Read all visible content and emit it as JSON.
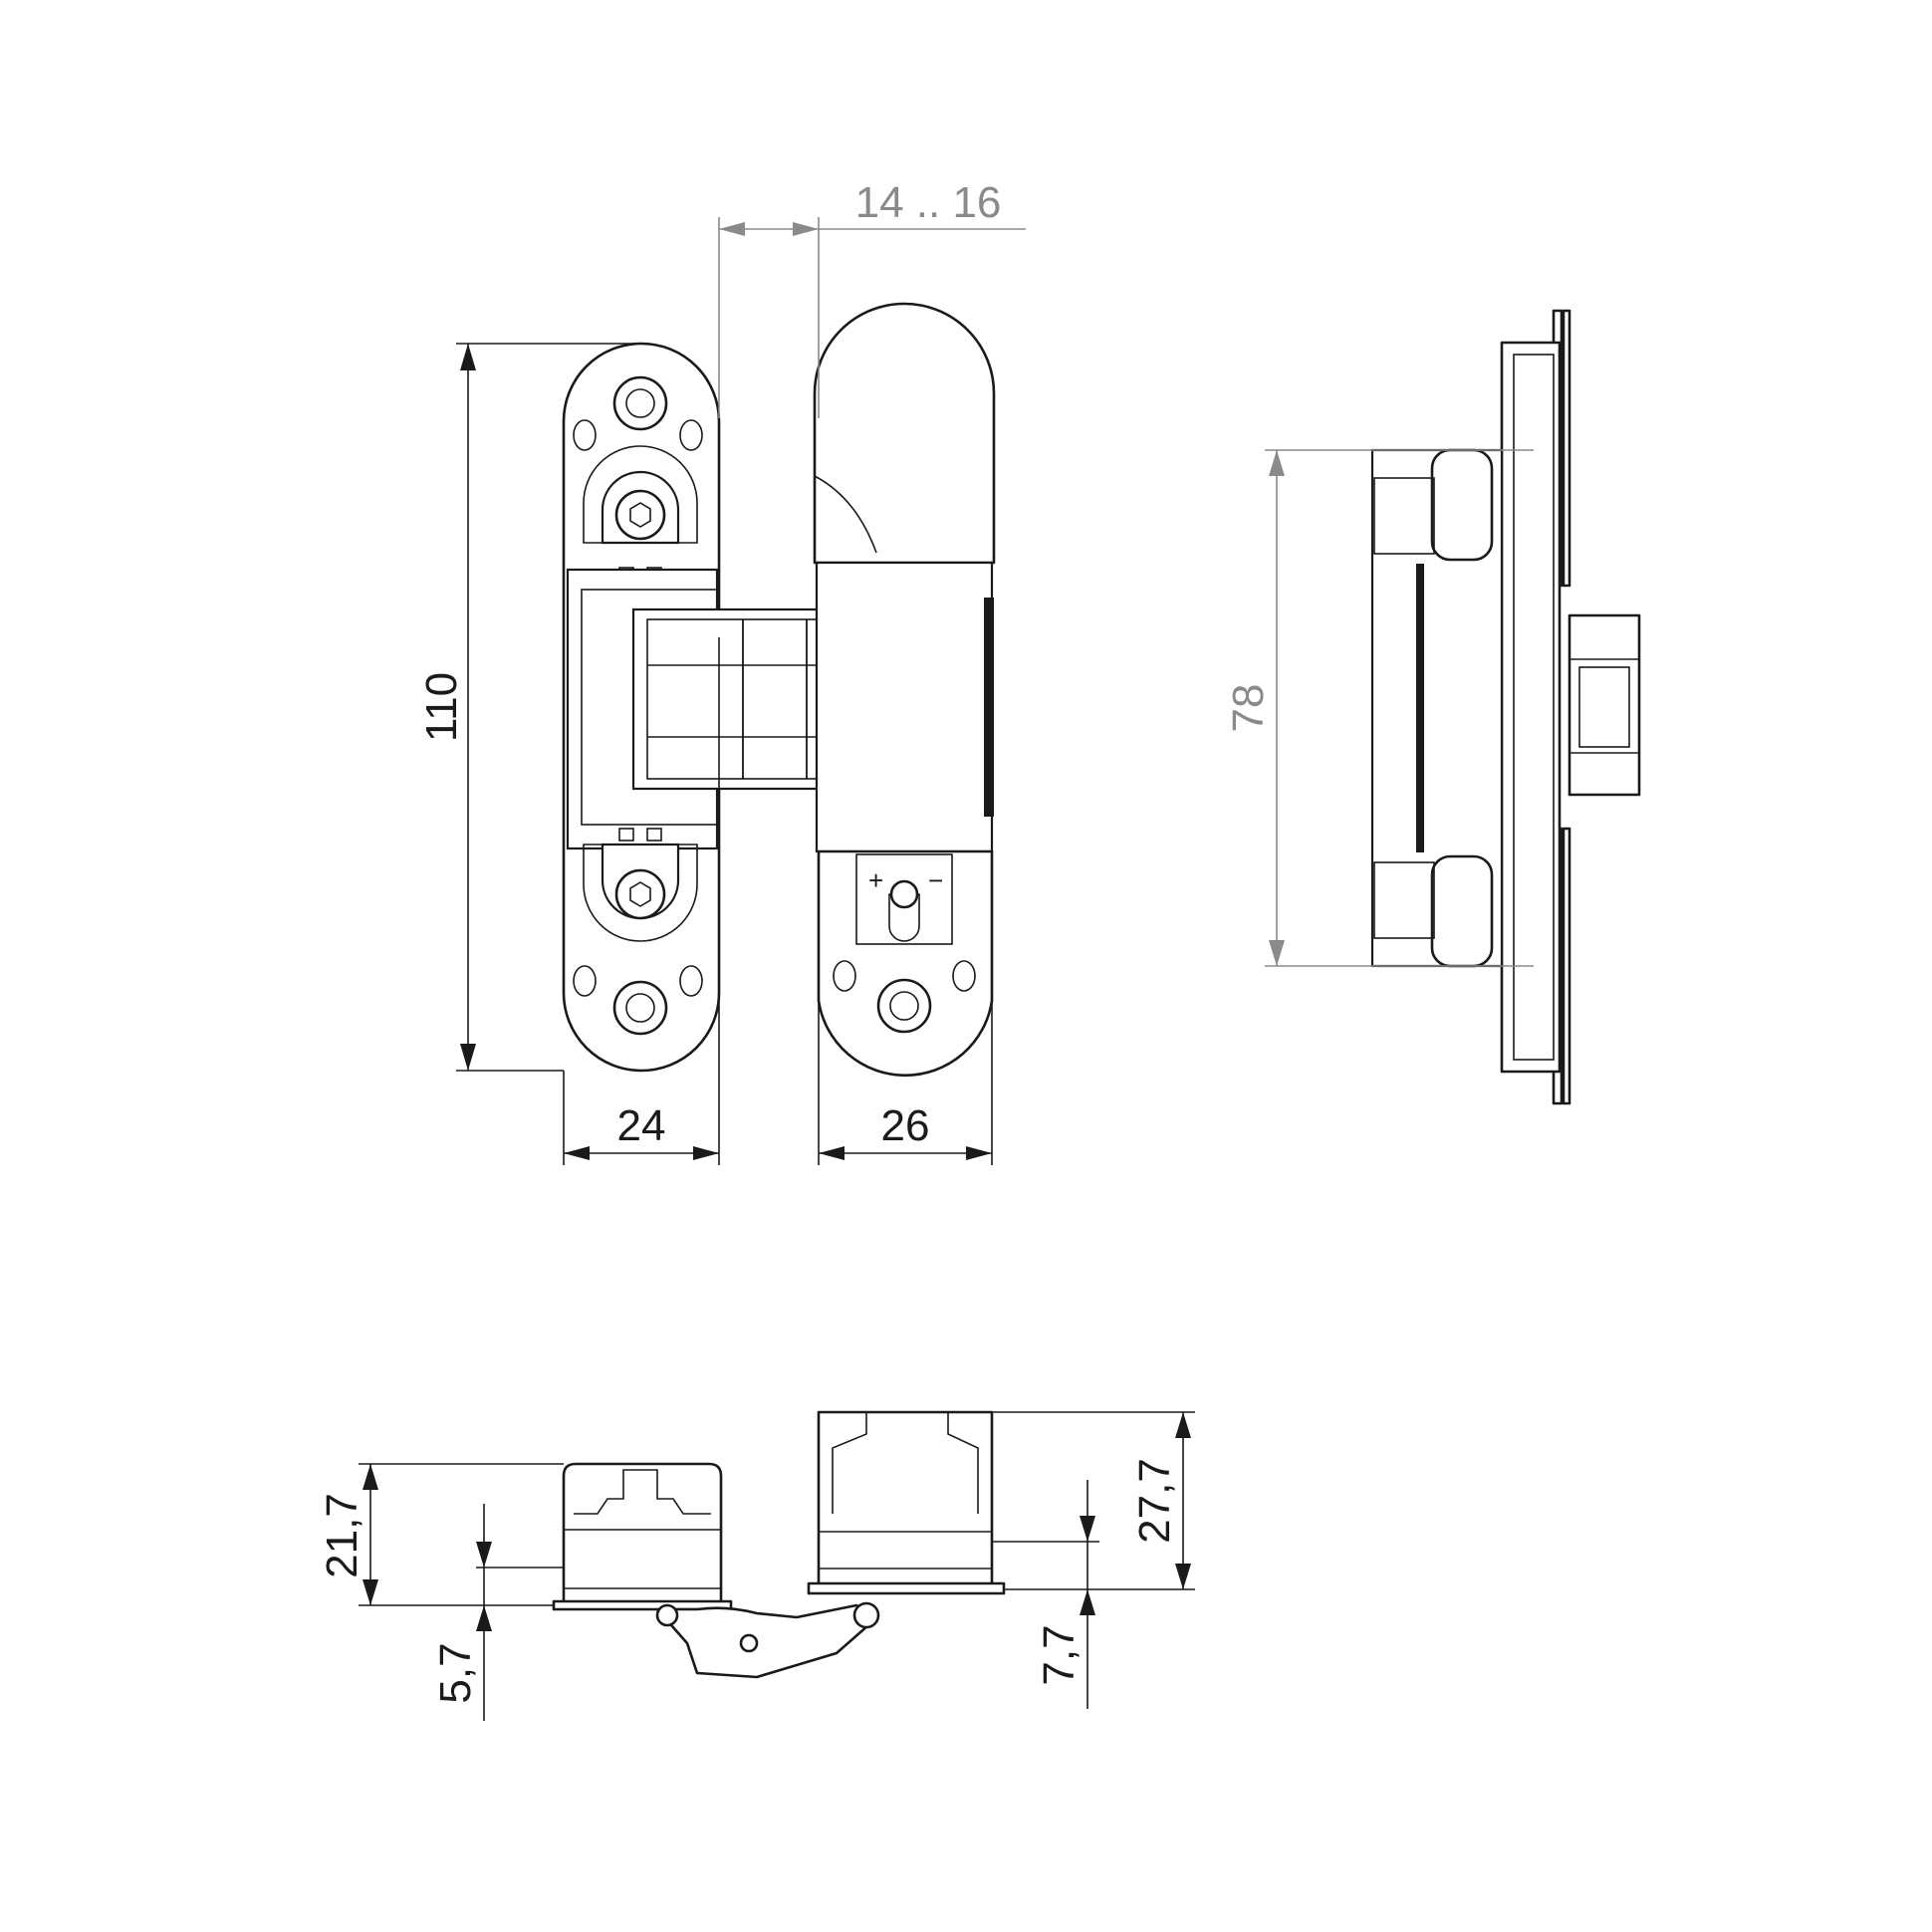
{
  "dimensions": {
    "height_total": "110",
    "left_leaf_width": "24",
    "right_leaf_width": "26",
    "door_thickness_range": "14 .. 16",
    "side_height": "78",
    "depth_left": "21,7",
    "depth_right": "27,7",
    "offset_left": "5,7",
    "offset_right": "7,7"
  },
  "colors": {
    "line": "#1a1a1a",
    "secondary_line": "#8a8a8a",
    "background": "#ffffff"
  }
}
